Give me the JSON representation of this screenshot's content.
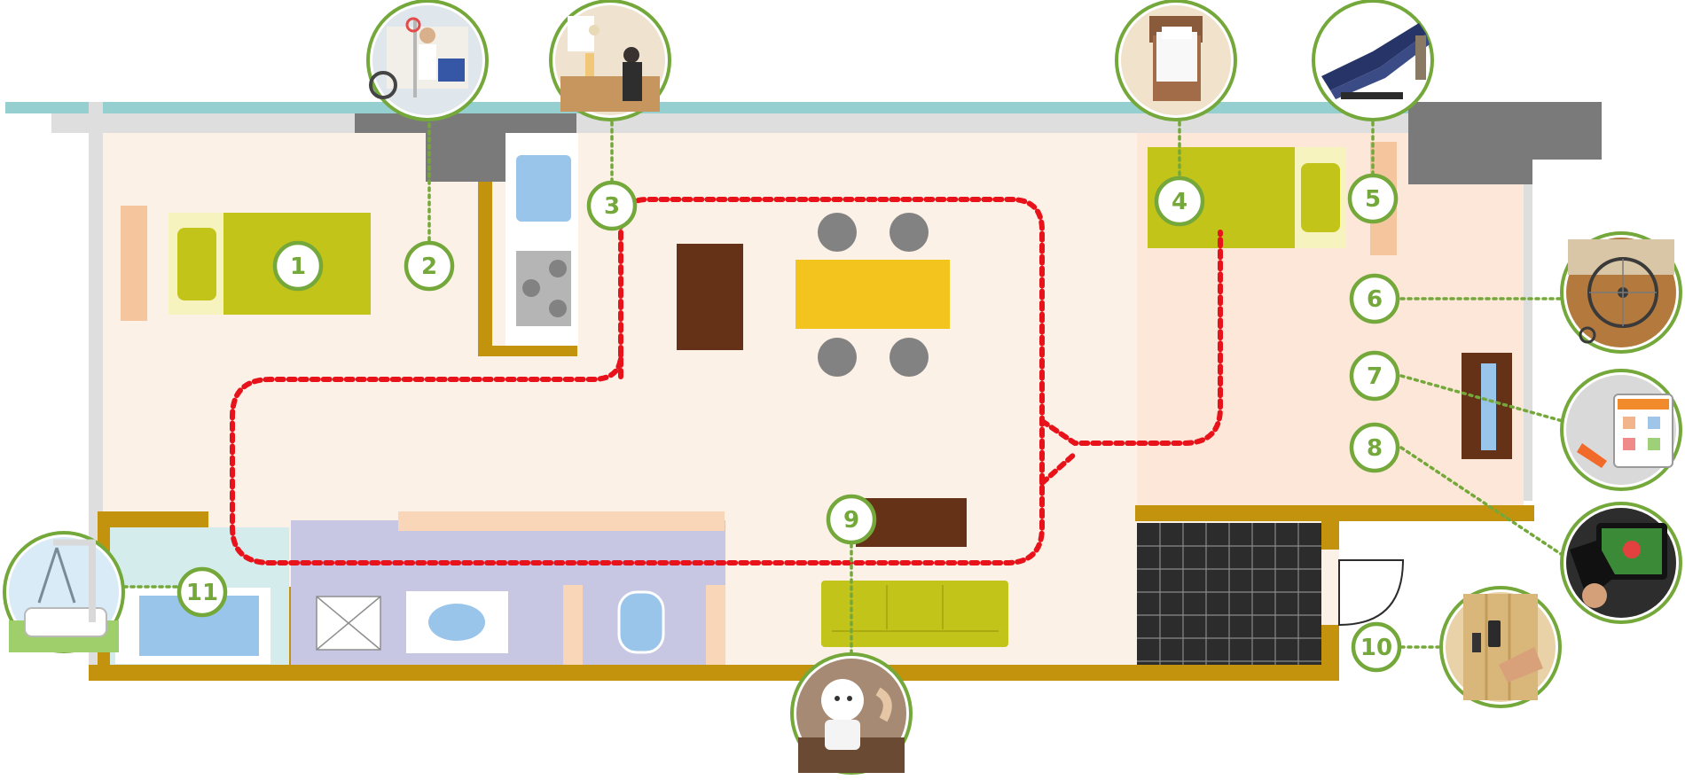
{
  "colors": {
    "floor": "#fcf1e7",
    "floor_right": "#fce7d8",
    "window": "#96cfcf",
    "outer_wall": "#dedede",
    "dark_wall": "#7a7a7a",
    "gold_wall": "#c4930d",
    "bed_green": "#c3c41a",
    "bed_pale": "#f6f3bf",
    "salmon": "#f5c59d",
    "peach": "#f9d6b7",
    "table_yellow": "#f4c41e",
    "brown": "#653117",
    "stool_gray": "#828282",
    "lavender": "#c7c7e4",
    "bath_teal": "#d5ecec",
    "water_blue": "#99c5ea",
    "tile_black": "#2c2c2c",
    "route_red": "#e8121a",
    "badge_green": "#74a83a",
    "badge_fill": "#ffffff",
    "connector": "#74a83a"
  },
  "points": [
    {
      "number": "1",
      "icon": "bed-icon"
    },
    {
      "number": "2",
      "icon": "ceiling-lift-icon"
    },
    {
      "number": "3",
      "icon": "kitchen-icon"
    },
    {
      "number": "4",
      "icon": "bed-icon"
    },
    {
      "number": "5",
      "icon": "care-bed-icon"
    },
    {
      "number": "6",
      "icon": "wheelchair-icon"
    },
    {
      "number": "7",
      "icon": "tablet-icon"
    },
    {
      "number": "8",
      "icon": "tablet-game-icon"
    },
    {
      "number": "9",
      "icon": "robot-icon"
    },
    {
      "number": "10",
      "icon": "smart-lock-icon"
    },
    {
      "number": "11",
      "icon": "bathtub-lift-icon"
    }
  ]
}
